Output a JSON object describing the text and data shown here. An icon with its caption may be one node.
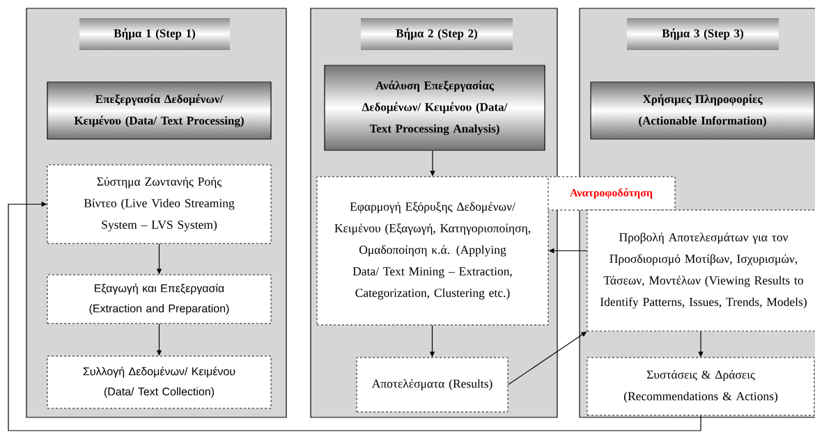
{
  "diagram": {
    "nodes": [
      {
        "text": [],
        "shape": "box"
      },
      {
        "text": [
          "Βήμα 1 (Step 1)"
        ],
        "in": 0
      },
      {
        "text": [
          "Επεξεργασία Δεδομένων/ Κειμένου (Data/ Text Processing)"
        ],
        "in": 0
      },
      {
        "text": [
          "Σύστημα Ζωντανής Ροής Βίντεο (Live Video Streaming System – LVS System)"
        ],
        "in": 0
      },
      {
        "text": [
          "Εξαγωγή και Επεξεργασία (Extraction and Preparation)"
        ],
        "in": 0
      },
      {
        "text": [
          "Συλλογή Δεδομένων/ Κειμένου (Data/ Text Collection)"
        ],
        "in": 0
      },
      {
        "text": [],
        "shape": "box"
      },
      {
        "text": [
          "Βήμα 2 (Step 2)"
        ],
        "in": 6
      },
      {
        "text": [
          "Ανάλυση Επεξεργασίας Δεδομένων/ Κειμένου (Data/ Text Processing Analysis)"
        ],
        "in": 6
      },
      {
        "text": [
          "Εφαρμογή Εξόρυξης Δεδομένων/ Κειμένου (Εξαγωγή, Κατηγοριοποίηση, Ομαδοποίηση κ.ά. (Applying Data/ Text Mining – Extraction, Categorization, Clustering etc.)"
        ],
        "in": 6
      },
      {
        "text": [
          "Αποτελέσματα (Results)"
        ],
        "in": 6
      },
      {
        "text": [],
        "shape": "box"
      },
      {
        "text": [
          "Βήμα 3 (Step 3)"
        ],
        "in": 11
      },
      {
        "text": [
          "Χρήσιμες Πληροφορίες (Actionable Information)"
        ],
        "in": 11
      },
      {
        "text": [
          "Ανατροφοδότηση"
        ]
      },
      {
        "text": [
          "Προβολή Αποτελεσμάτων για τον Προσδιορισμό Μοτίβων, Ισχυρισμών, Τάσεων, Μοντέλων (Viewing Results to Identify Patterns, Issues, Trends, Models)"
        ],
        "in": 11
      },
      {
        "text": [
          "Συστάσεις & Δράσεις (Recommendations & Actions)"
        ],
        "in": 11
      }
    ],
    "edges": [
      {
        "from": 3,
        "to": 4,
        "arrow": "to"
      },
      {
        "from": 4,
        "to": 5,
        "arrow": "to"
      },
      {
        "from": 8,
        "to": 9,
        "arrow": "to"
      },
      {
        "from": 9,
        "to": 10,
        "arrow": "to"
      },
      {
        "from": 10,
        "to": 15,
        "arrow": "to"
      },
      {
        "from": 15,
        "to": 9,
        "arrow": "to"
      },
      {
        "from": 15,
        "to": 16,
        "arrow": "to"
      },
      {
        "from": 16,
        "to": 3,
        "arrow": "to"
      }
    ]
  }
}
